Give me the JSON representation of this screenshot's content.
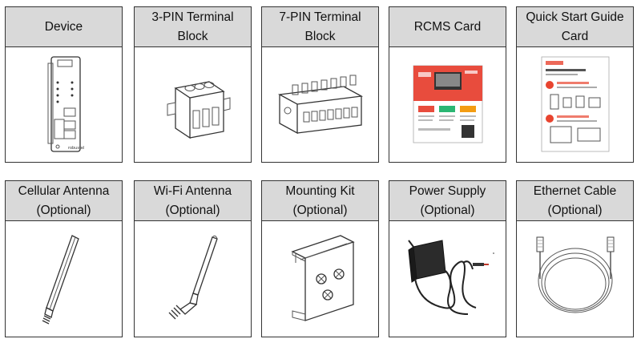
{
  "items": [
    {
      "label": "Device",
      "icon": "router-device-icon"
    },
    {
      "label": "3-PIN Terminal Block",
      "icon": "terminal-block-3pin-icon"
    },
    {
      "label": "7-PIN Terminal Block",
      "icon": "terminal-block-7pin-icon"
    },
    {
      "label": "RCMS Card",
      "icon": "rcms-card-icon"
    },
    {
      "label": "Quick Start Guide Card",
      "icon": "quick-start-guide-icon"
    },
    {
      "label": "Cellular Antenna (Optional)",
      "icon": "cellular-antenna-icon"
    },
    {
      "label": "Wi-Fi Antenna (Optional)",
      "icon": "wifi-antenna-icon"
    },
    {
      "label": "Mounting Kit (Optional)",
      "icon": "mounting-kit-icon"
    },
    {
      "label": "Power Supply (Optional)",
      "icon": "power-supply-icon"
    },
    {
      "label": "Ethernet Cable (Optional)",
      "icon": "ethernet-cable-icon"
    }
  ],
  "colors": {
    "header_bg": "#d9d9d9",
    "border": "#333333",
    "rcms_accent": "#e84c3d",
    "guide_accent": "#e8442f"
  }
}
